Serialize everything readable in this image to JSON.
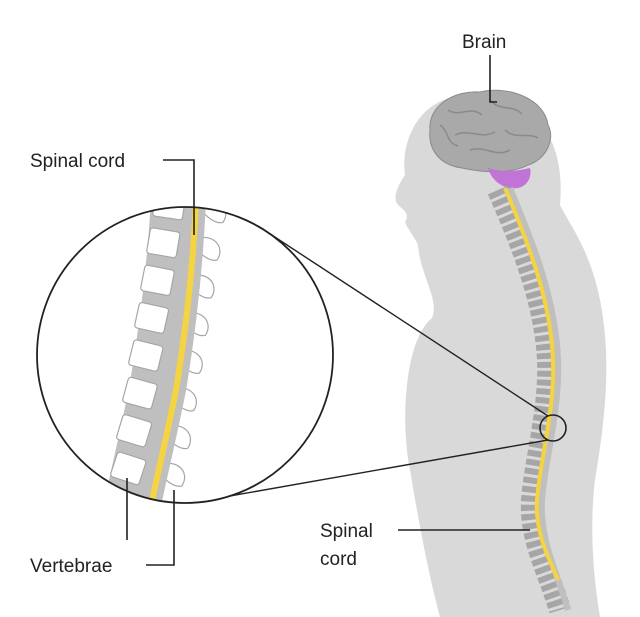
{
  "labels": {
    "brain": "Brain",
    "spinal_cord_top": "Spinal cord",
    "spinal_cord_bottom_line1": "Spinal",
    "spinal_cord_bottom_line2": "cord",
    "vertebrae": "Vertebrae"
  },
  "colors": {
    "body_silhouette": "#d9d9d9",
    "brain": "#a9a9a9",
    "brain_outline": "#8a8a8a",
    "cerebellum": "#c173d6",
    "spinal_cord": "#f5d442",
    "vertebra_body": "#ffffff",
    "disc": "#bfbfbf",
    "bone_outline": "#a6a6a6",
    "line": "#222222"
  }
}
